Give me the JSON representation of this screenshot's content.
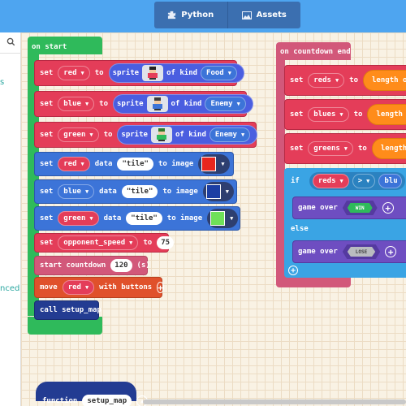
{
  "header": {
    "python_label": "Python",
    "assets_label": "Assets"
  },
  "toolbox": {
    "fragment_1": "s",
    "fragment_2": "nced"
  },
  "on_start": {
    "hat_label": "on start",
    "kw_set": "set",
    "kw_to": "to",
    "kw_sprite": "sprite",
    "kw_of_kind": "of kind",
    "kw_data": "data",
    "kw_to_image": "to image",
    "sprites": [
      {
        "var": "red",
        "kind": "Food"
      },
      {
        "var": "blue",
        "kind": "Enemy"
      },
      {
        "var": "green",
        "kind": "Enemy"
      }
    ],
    "data_rows": [
      {
        "var": "red",
        "key": "tile",
        "color": "#e8261e"
      },
      {
        "var": "blue",
        "key": "tile",
        "color": "#1b3ea4"
      },
      {
        "var": "green",
        "key": "tile",
        "color": "#6fe059"
      }
    ],
    "opponent_var": "opponent_speed",
    "opponent_value": "75",
    "countdown_label": "start countdown",
    "countdown_value": "120",
    "countdown_unit": "(s)",
    "move_label": "move",
    "move_var": "red",
    "with_buttons": "with buttons",
    "call_label": "call setup_map"
  },
  "on_countdown": {
    "hat_label": "on countdown end",
    "kw_set": "set",
    "kw_to": "to",
    "rows": [
      {
        "var": "reds",
        "value": "length of a"
      },
      {
        "var": "blues",
        "value": "length of"
      },
      {
        "var": "greens",
        "value": "length of"
      }
    ],
    "if_label": "if",
    "cond_var": "reds",
    "cond_op": ">",
    "cond_rhs": "blu",
    "game_over_label": "game over",
    "win_label": "WIN",
    "else_label": "else",
    "lose_label": "LOSE"
  },
  "function_block": {
    "kw_function": "function",
    "name": "setup_map"
  }
}
